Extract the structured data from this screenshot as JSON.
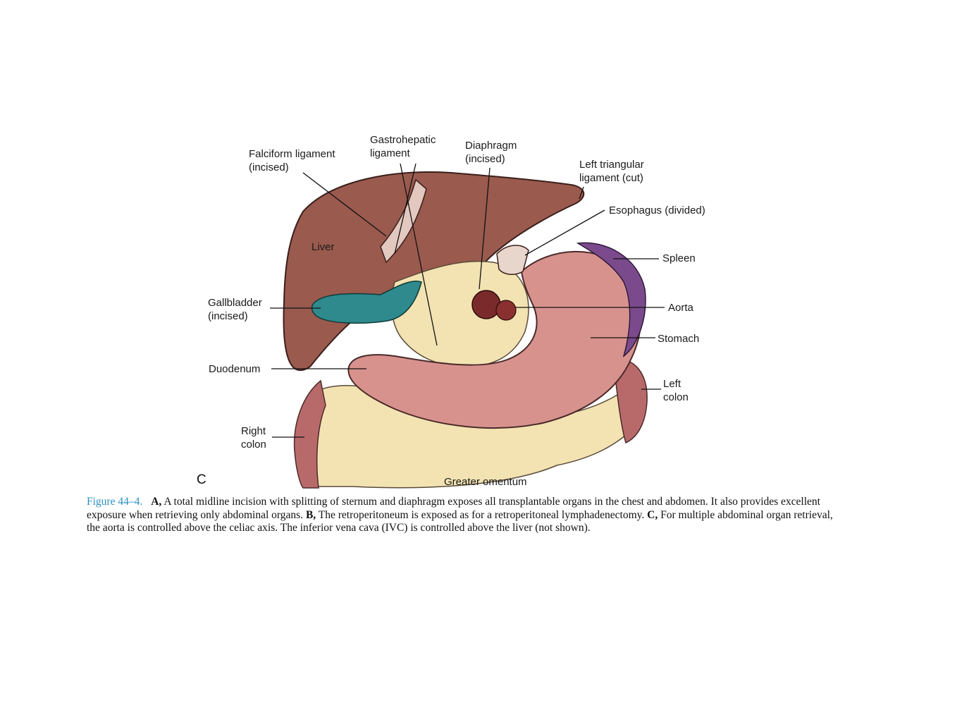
{
  "figure": {
    "panel_letter": "C",
    "labels": {
      "falciform": "Falciform ligament\n(incised)",
      "gastrohepatic": "Gastrohepatic\nligament",
      "diaphragm": "Diaphragm\n(incised)",
      "left_triangular": "Left triangular\nligament (cut)",
      "esophagus": "Esophagus (divided)",
      "liver": "Liver",
      "spleen": "Spleen",
      "gallbladder": "Gallbladder\n(incised)",
      "aorta": "Aorta",
      "stomach": "Stomach",
      "duodenum": "Duodenum",
      "left_colon": "Left\ncolon",
      "right_colon": "Right\ncolon",
      "greater_omentum": "Greater omentum"
    },
    "colors": {
      "liver": "#9a5a4e",
      "stomach": "#d8928d",
      "spleen": "#7b4a8c",
      "gallbladder": "#2e8a8c",
      "omentum": "#f3e3b2",
      "colon": "#b86a6a"
    }
  },
  "caption": {
    "figure_number": "Figure 44–4.",
    "part_a_label": "A,",
    "part_a_text": " A total midline incision with splitting of sternum and diaphragm exposes all transplantable organs in the chest and abdomen. It also provides excellent exposure when retrieving only abdominal organs. ",
    "part_b_label": "B,",
    "part_b_text": " The retroperitoneum is exposed as for a retroperitoneal lymphadenectomy. ",
    "part_c_label": "C,",
    "part_c_text": " For multiple abdominal organ retrieval, the aorta is controlled above the celiac axis. The inferior vena cava (IVC) is controlled above the liver (not shown)."
  }
}
